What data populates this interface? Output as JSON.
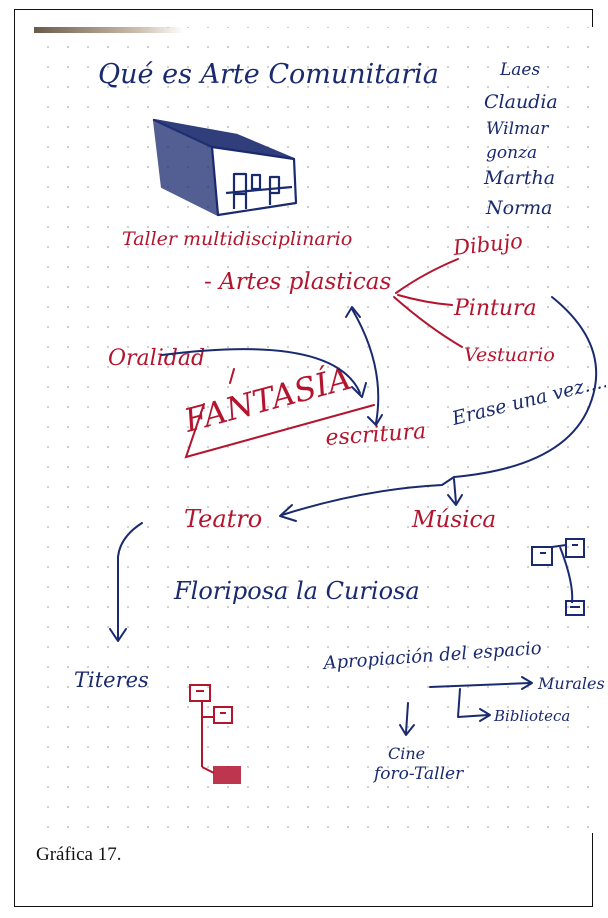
{
  "colors": {
    "blue_ink": "#1a2a6e",
    "red_ink": "#b3142e"
  },
  "notes": {
    "title": "Qué es Arte Comunitaria",
    "names": [
      "Laes",
      "Claudia",
      "Wilmar",
      "gonza",
      "Martha",
      "Norma"
    ],
    "workshop": "Taller multidisciplinario",
    "plastic_arts": "- Artes plasticas",
    "drawing": "Dibujo",
    "painting": "Pintura",
    "costume": "Vestuario",
    "orality": "Oralidad",
    "fantasy": "FANTASÍA",
    "writing": "escritura",
    "once_upon": "Erase una vez....",
    "theatre": "Teatro",
    "music": "Música",
    "play_title": "Floriposa la Curiosa",
    "puppets": "Titeres",
    "space": "Apropiación del espacio",
    "murals": "Murales",
    "library": "Biblioteca",
    "cinema": "Cine",
    "forum": "foro-Taller"
  },
  "caption": "Gráfica 17."
}
